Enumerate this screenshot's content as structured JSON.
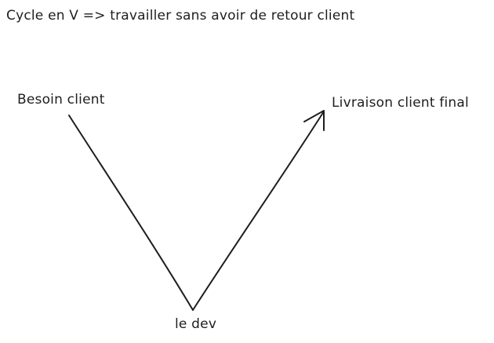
{
  "diagram": {
    "title": "Cycle en V => travailler sans avoir de retour client",
    "nodes": {
      "start": "Besoin client",
      "bottom": "le dev",
      "end": "Livraison client final"
    },
    "edges": [
      {
        "from": "start",
        "to": "bottom",
        "arrow": false
      },
      {
        "from": "bottom",
        "to": "end",
        "arrow": true
      }
    ],
    "colors": {
      "stroke": "#1e1e1e",
      "text": "#1e1e1e",
      "background": "#ffffff"
    }
  }
}
